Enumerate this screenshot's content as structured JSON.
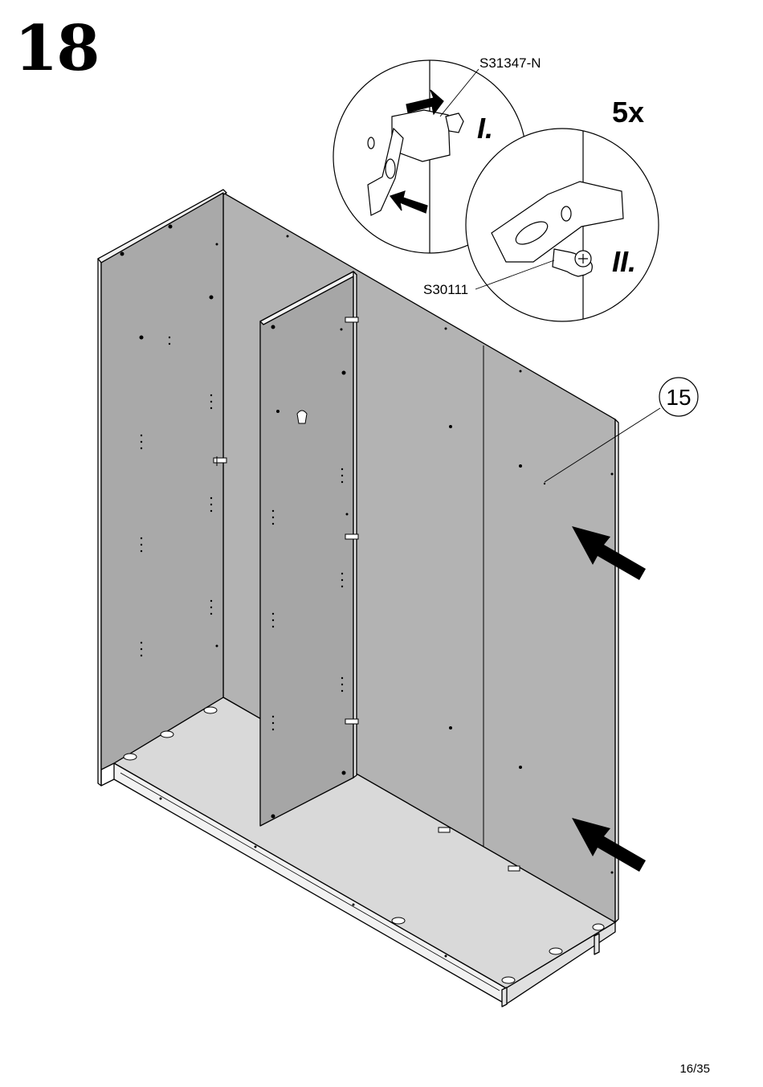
{
  "step": "18",
  "page": "16/35",
  "quantity": "5x",
  "part_number": "15",
  "detail_1": {
    "label": "I.",
    "part_code": "S31347-N"
  },
  "detail_2": {
    "label": "II.",
    "part_code": "S30111"
  },
  "colors": {
    "panel_dark": "#a6a6a6",
    "panel_mid": "#b3b3b3",
    "floor": "#d8d8d8",
    "edge": "#f2f2f2",
    "line": "#000000"
  }
}
